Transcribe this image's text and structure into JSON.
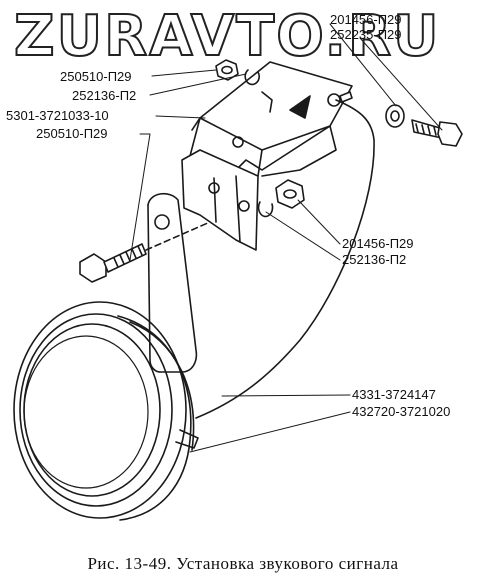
{
  "watermark": "ZURAVTO.RU",
  "labels": {
    "top_right_1": "201456-П29",
    "top_right_2": "252235-П29",
    "left_1": "250510-П29",
    "left_2": "252136-П2",
    "left_3": "5301-3721033-10",
    "left_4": "250510-П29",
    "right_mid_1": "201456-П29",
    "right_mid_2": "252136-П2",
    "right_low_1": "4331-3724147",
    "right_low_2": "432720-3721020"
  },
  "caption": "Рис. 13-49.  Установка звукового сигнала"
}
